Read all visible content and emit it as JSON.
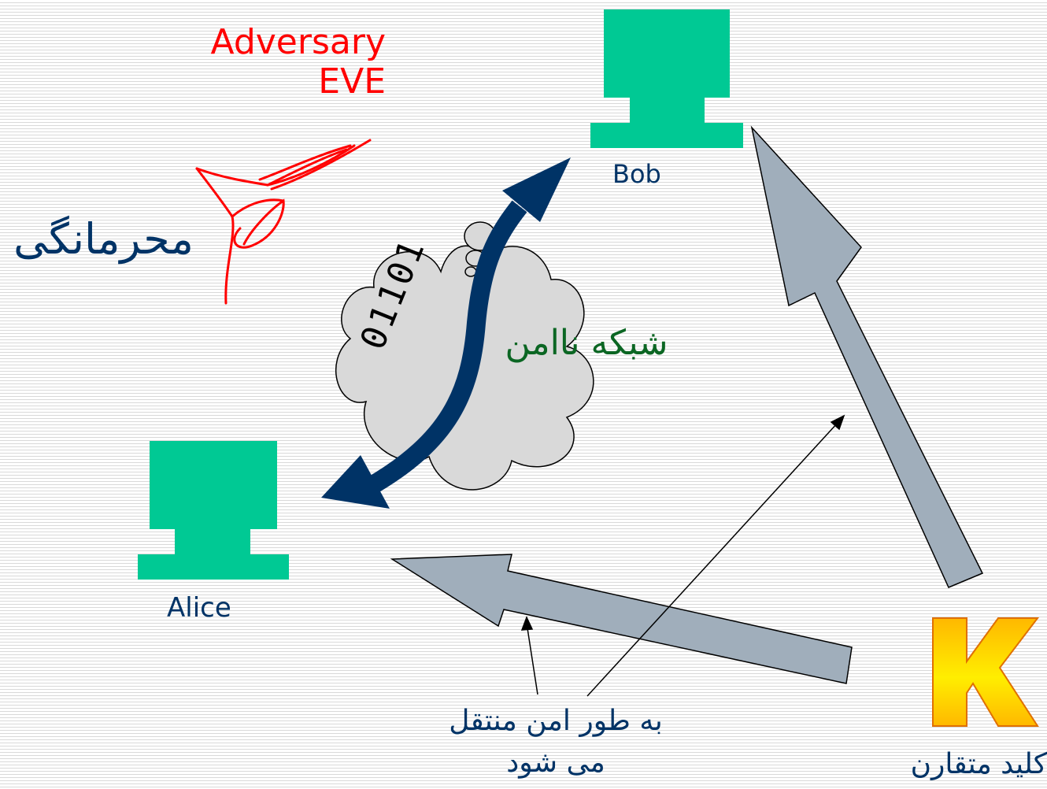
{
  "adversary": {
    "line1": "Adversary",
    "line2": "EVE"
  },
  "nodes": {
    "bob": "Bob",
    "alice": "Alice"
  },
  "labels": {
    "confidentiality": "محرمانگی",
    "insecure_network": "شبکه ناامن",
    "secure_transfer_line1": "به طور امن منتقل",
    "secure_transfer_line2": "می شود",
    "symmetric_key": "کلید متقارن"
  },
  "bits": "01101",
  "icons": [
    "eavesdrop-horn-icon",
    "computer-icon",
    "cloud-icon",
    "key-k-icon"
  ],
  "colors": {
    "computer": "#00c994",
    "arrow_main": "#003366",
    "key_arrow": "#a0aebb",
    "adversary": "#ff0000",
    "cloud": "#d9d9d9"
  }
}
